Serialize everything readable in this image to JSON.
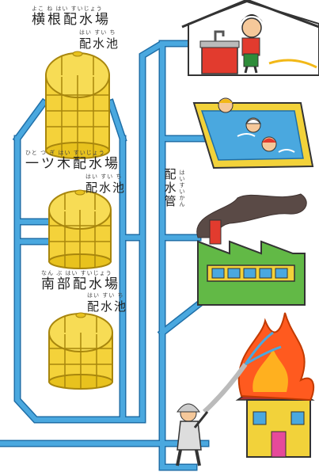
{
  "labels": {
    "yokone_title": "横根配水場",
    "yokone_ruby": "よこ ね はい すいじょう",
    "yokone_sub": "配水池",
    "yokone_sub_ruby": "はい すい ち",
    "hitotsugi_title": "一ツ木配水場",
    "hitotsugi_ruby": "ひと つ ぎ はい すいじょう",
    "hitotsugi_sub": "配水池",
    "hitotsugi_sub_ruby": "はい すい ち",
    "nanbu_title": "南部配水場",
    "nanbu_ruby": "なん ぶ はい すいじょう",
    "nanbu_sub": "配水池",
    "nanbu_sub_ruby": "はい すい ち",
    "pipe_char1": "配",
    "pipe_char2": "水",
    "pipe_char3": "管",
    "pipe_ruby": "はいすいかん"
  },
  "colors": {
    "pipe": "#4aa8df",
    "pipe_edge": "#1f6fa8",
    "tank": "#f4d23a",
    "tank_edge": "#a8860d",
    "house_wall": "#e23b2e",
    "pool_water": "#4aa8df",
    "factory": "#62b946",
    "fire": "#ff5a1f",
    "burning_house": "#f2d23a"
  }
}
